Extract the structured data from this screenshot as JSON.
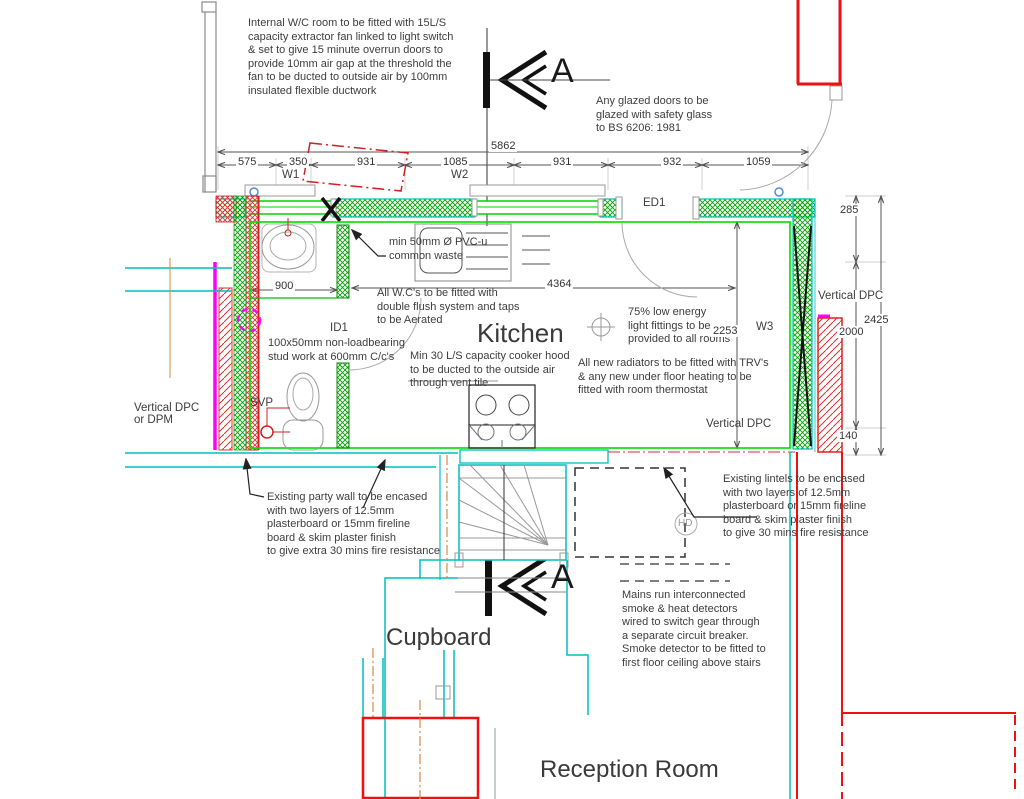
{
  "drawing": {
    "type": "architectural floor plan",
    "section_marker": "A",
    "rooms": {
      "kitchen": "Kitchen",
      "cupboard": "Cupboard",
      "reception": "Reception Room"
    },
    "labels": {
      "w1": "W1",
      "w2": "W2",
      "w3": "W3",
      "ed1": "ED1",
      "id1": "ID1",
      "svp": "SVP",
      "hd": "HD",
      "vertical_dpc": "Vertical DPC",
      "vertical_dpc_or_dpm": "Vertical DPC\nor DPM"
    },
    "notes": {
      "wc_extract": "Internal W/C room to be fitted with 15L/S\ncapacity extractor fan linked to light switch\n& set to give 15 minute overrun doors to\nprovide 10mm air gap at the threshold the\nfan to be ducted to outside air by 100mm\ninsulated flexible ductwork",
      "glazed_doors": "Any glazed doors to be\nglazed with safety glass\nto BS 6206: 1981",
      "common_waste": "min 50mm  Ø PVC-u\ncommon waste",
      "wc_fittings": "All W.C's to be fitted with\ndouble flush system and taps\nto be Aerated",
      "stud_work": "100x50mm non-loadbearing\nstud work at 600mm C/c's",
      "cooker_hood": "Min 30 L/S capacity cooker hood\nto be ducted to the outside air\nthrough vent tile",
      "light_fittings": "75% low energy\nlight fittings to be\nprovided to all rooms",
      "radiators": "All new radiators to be fitted with TRV's\n& any new under floor heating to be\nfitted with room thermostat",
      "party_wall": "Existing party wall to be encased\nwith two layers of 12.5mm\nplasterboard or 15mm fireline\nboard & skim plaster finish\nto give extra 30 mins fire resistance",
      "lintels": "Existing lintels to be encased\nwith two layers of 12.5mm\nplasterboard or 15mm fireline\nboard & skim plaster finish\nto give 30 mins fire resistance",
      "smoke_detectors": "Mains run interconnected\nsmoke & heat detectors\nwired to switch gear through\na separate circuit breaker.\nSmoke detector to be fitted to\nfirst floor ceiling above stairs"
    },
    "dimensions": {
      "overall": "5862",
      "chain": [
        "575",
        "350",
        "931",
        "1085",
        "931",
        "932",
        "1059"
      ],
      "wc_width": "900",
      "kitchen_width": "4364",
      "kitchen_depth": "2253",
      "right_top": "285",
      "right_mid": "2000",
      "right_overall": "2425",
      "right_bottom": "140"
    },
    "colors": {
      "new_wall_cyan": "#00bfbf",
      "insulation_green": "#00a000",
      "bright_green": "#00dd00",
      "existing_red": "#e81111",
      "dpc_magenta": "#ff00ff",
      "services_orange": "#d98a45",
      "linework_gray": "#999999",
      "text": "#3d3d3d"
    }
  }
}
